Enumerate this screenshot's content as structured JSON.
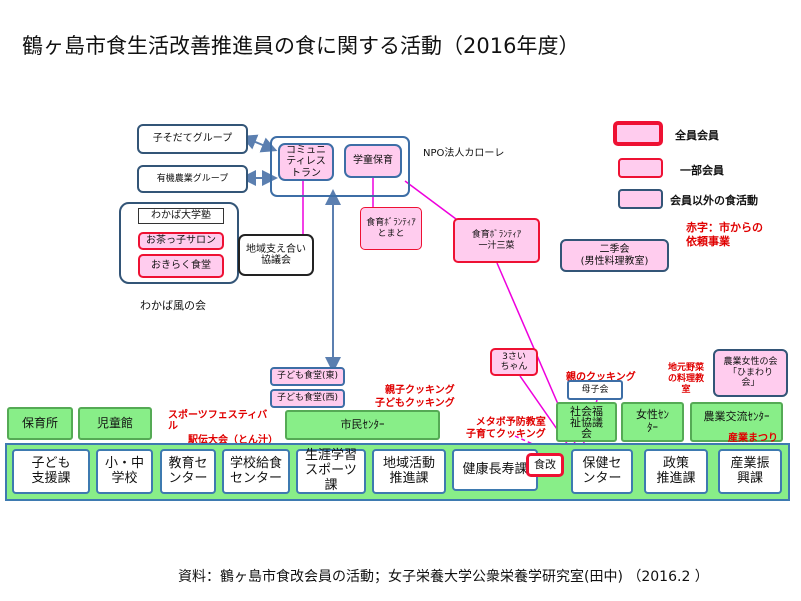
{
  "title": "鶴ヶ島市食生活改善推進員の食に関する活動（2016年度）",
  "source": "資料：鶴ヶ島市食改会員の活動；女子栄養大学公衆栄養学研究室(田中) （2016.2 ）",
  "legend": {
    "full": "全員会員",
    "partial": "一部会員",
    "non": "会員以外の食活動",
    "red_note": "赤字：市からの\n依頼事業"
  },
  "groups": {
    "kosodate": "子そだてグループ",
    "yuki": "有機農業グループ",
    "wakaba_juku": "わかば大学塾",
    "ochakko": "お茶っ子サロン",
    "okiraku": "おきらく食堂",
    "wakaba_label": "わかば風の会",
    "community": "コミュニ\nティレス\nトラン",
    "gakudo": "学童保育",
    "npo": "NPO法人カローレ",
    "chiiki_sasae": "地域支え合い\n協議会",
    "shokuiku_tomato": "食育ﾎﾞﾗﾝﾃｨｱ\nとまと",
    "shokuiku_ichiju": "食育ﾎﾞﾗﾝﾃｨｱ\n一汁三菜",
    "nijikai": "二季会\n(男性料理教室)",
    "sansai": "3さい\nちゃん",
    "kodomo_higashi": "子ども食堂(東)",
    "kodomo_nishi": "子ども食堂(西)",
    "boshikai": "母子会",
    "nougyou_josei": "農業女性の会\n「ひまわり\n会」"
  },
  "facilities": {
    "hoikusho": "保育所",
    "jidokan": "児童館",
    "shimin": "市民ｾﾝﾀｰ",
    "shakyo": "社会福\n祉協議\n会",
    "josei": "女性ｾﾝ\nﾀｰ",
    "nougyou_koryu": "農業交流ｾﾝﾀｰ"
  },
  "departments": [
    "子ども\n支援課",
    "小・中\n学校",
    "教育セ\nンター",
    "学校給食\nセンター",
    "生涯学習\nスポーツ\n課",
    "地域活動\n推進課",
    "健康長寿課",
    "保健セ\nンター",
    "政策\n推進課",
    "産業振\n興課"
  ],
  "shokukai": "食改",
  "red_labels": {
    "oyako": "親子クッキング\n子どもクッキング",
    "sports": "スポーツフェスティバ\nル",
    "ekiden": "駅伝大会（とん汁）",
    "metabo": "メタボ予防教室\n子育てクッキング",
    "oya_no": "親のクッキング",
    "jimoto": "地元野菜\nの料理教\n室",
    "matsuri": "産業まつり"
  }
}
